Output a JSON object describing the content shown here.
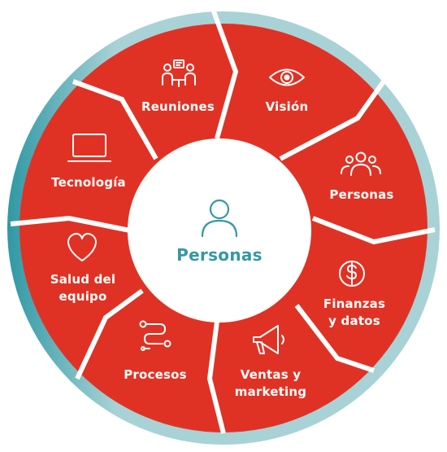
{
  "colors": {
    "segment": "#e03224",
    "outer_ring": "#a8d2d6",
    "outer_ring_accent": "#2f98a4",
    "divider": "#ffffff",
    "center_fill": "#ffffff",
    "center_text": "#3598a3"
  },
  "center": {
    "title": "Personas",
    "icon": "person-icon"
  },
  "segments": [
    {
      "id": "reuniones",
      "lines": [
        "Reuniones"
      ],
      "icon": "meeting-icon"
    },
    {
      "id": "vision",
      "lines": [
        "Visión"
      ],
      "icon": "eye-icon"
    },
    {
      "id": "personas",
      "lines": [
        "Personas"
      ],
      "icon": "people-icon"
    },
    {
      "id": "finanzas",
      "lines": [
        "Finanzas",
        "y datos"
      ],
      "icon": "dollar-coin-icon"
    },
    {
      "id": "ventas",
      "lines": [
        "Ventas y",
        "marketing"
      ],
      "icon": "megaphone-icon"
    },
    {
      "id": "procesos",
      "lines": [
        "Procesos"
      ],
      "icon": "process-flow-icon"
    },
    {
      "id": "salud",
      "lines": [
        "Salud del",
        "equipo"
      ],
      "icon": "heart-icon"
    },
    {
      "id": "tecnologia",
      "lines": [
        "Tecnología"
      ],
      "icon": "laptop-icon"
    }
  ]
}
